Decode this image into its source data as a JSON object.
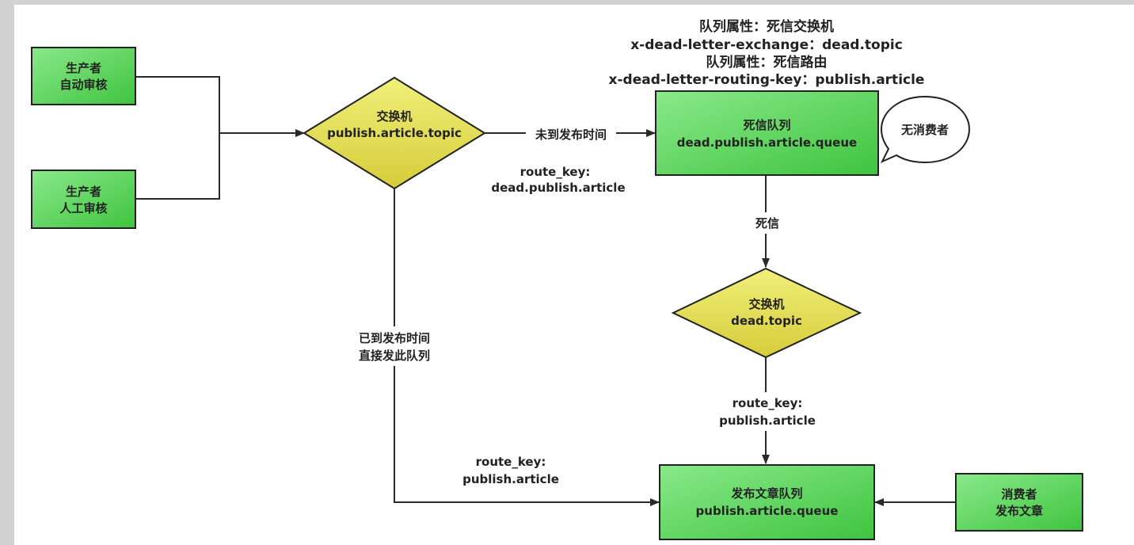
{
  "colors": {
    "canvas": "#ffffff",
    "frame": "#d2d2d2",
    "box_fill_top": "#8ae98a",
    "box_fill_bottom": "#3fc43f",
    "box_stroke": "#222222",
    "diamond_fill_top": "#f0f07a",
    "diamond_fill_bottom": "#d6cc3a",
    "line": "#2a2a2a"
  },
  "nodes": {
    "producer_auto": {
      "line1": "生产者",
      "line2": "自动审核"
    },
    "producer_manual": {
      "line1": "生产者",
      "line2": "人工审核"
    },
    "exchange_publish": {
      "line1": "交换机",
      "line2": "publish.article.topic"
    },
    "dead_queue": {
      "line1": "死信队列",
      "line2": "dead.publish.article.queue"
    },
    "callout": {
      "text": "无消费者"
    },
    "exchange_dead": {
      "line1": "交换机",
      "line2": "dead.topic"
    },
    "publish_queue": {
      "line1": "发布文章队列",
      "line2": "publish.article.queue"
    },
    "consumer": {
      "line1": "消费者",
      "line2": "发布文章"
    }
  },
  "queue_properties": [
    "队列属性：死信交换机",
    "x-dead-letter-exchange：dead.topic",
    "队列属性：死信路由",
    "x-dead-letter-routing-key：publish.article"
  ],
  "edge_labels": {
    "not_yet_time": "未到发布时间",
    "route_dead_1": "route_key:",
    "route_dead_2": "dead.publish.article",
    "dead_letter": "死信",
    "direct_1": "已到发布时间",
    "direct_2": "直接发此队列",
    "route_pub_left_1": "route_key:",
    "route_pub_left_2": "publish.article",
    "route_pub_right_1": "route_key:",
    "route_pub_right_2": "publish.article"
  }
}
